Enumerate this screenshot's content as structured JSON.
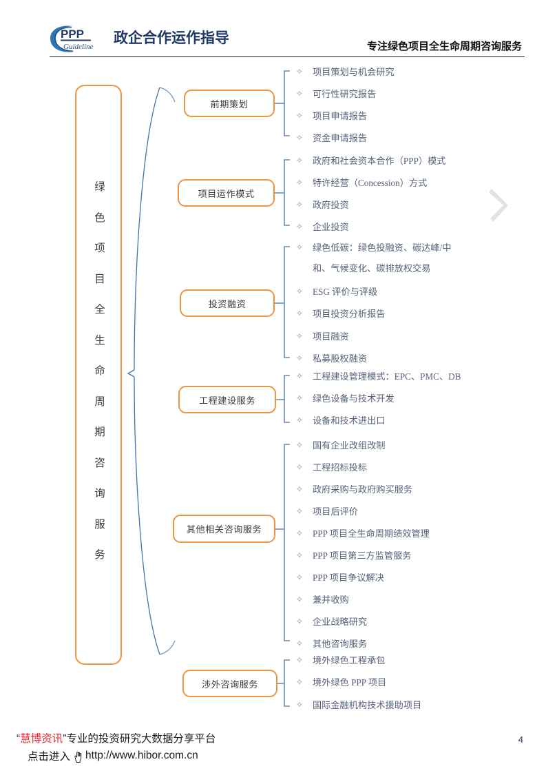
{
  "header": {
    "logo_mark": "ppp-guideline-logo",
    "logo_ppp": "PPP",
    "logo_sub": "Guideline",
    "logo_cn": "政企合作运作指导",
    "tagline": "专注绿色项目全生命周期咨询服务"
  },
  "diagram": {
    "root_label": "绿色项目全生命周期咨询服务",
    "root_chars": [
      "绿",
      "色",
      "项",
      "目",
      "全",
      "生",
      "命",
      "周",
      "期",
      "咨",
      "询",
      "服",
      "务"
    ],
    "accent_color": "#ed9441",
    "connector_color": "#4472a8",
    "leaf_text_color": "#56627a",
    "groups": [
      {
        "category": "前期策划",
        "items": [
          {
            "text": "项目策划与机会研究"
          },
          {
            "text": "可行性研究报告"
          },
          {
            "text": "项目申请报告"
          },
          {
            "text": "资金申请报告"
          }
        ]
      },
      {
        "category": "项目运作模式",
        "items": [
          {
            "text": "政府和社会资本合作（PPP）模式"
          },
          {
            "text": "特许经营（Concession）方式"
          },
          {
            "text": "政府投资"
          },
          {
            "text": "企业投资"
          }
        ]
      },
      {
        "category": "投资融资",
        "items": [
          {
            "text": "绿色低碳：绿色投融资、碳达峰/中",
            "text2": "和、气候变化、碳排放权交易"
          },
          {
            "text": "ESG 评价与评级"
          },
          {
            "text": "项目投资分析报告"
          },
          {
            "text": "项目融资"
          },
          {
            "text": "私募股权融资"
          }
        ]
      },
      {
        "category": "工程建设服务",
        "items": [
          {
            "text": "工程建设管理模式：EPC、PMC、DB"
          },
          {
            "text": "绿色设备与技术开发"
          },
          {
            "text": "设备和技术进出口"
          }
        ]
      },
      {
        "category": "其他相关咨询服务",
        "items": [
          {
            "text": "国有企业改组改制"
          },
          {
            "text": "工程招标投标"
          },
          {
            "text": "政府采购与政府购买服务"
          },
          {
            "text": "项目后评价"
          },
          {
            "text": "PPP 项目全生命周期绩效管理"
          },
          {
            "text": "PPP 项目第三方监管服务"
          },
          {
            "text": "PPP 项目争议解决"
          },
          {
            "text": "兼并收购"
          },
          {
            "text": "企业战略研究"
          },
          {
            "text": "其他咨询服务"
          }
        ]
      },
      {
        "category": "涉外咨询服务",
        "items": [
          {
            "text": "境外绿色工程承包"
          },
          {
            "text": "境外绿色 PPP 项目"
          },
          {
            "text": "国际金融机构技术援助项目"
          }
        ]
      }
    ],
    "bullet_glyph": "✧",
    "decoration_icon": "chevron-right-icon"
  },
  "footer": {
    "brand": "慧博资讯",
    "quote_open": "“",
    "quote_close": "”",
    "line1_rest": "专业的投资研究大数据分享平台",
    "enter_label": "点击进入",
    "url": "http://www.hibor.com.cn",
    "hand_icon": "pointing-hand-icon",
    "page_number": "4"
  }
}
